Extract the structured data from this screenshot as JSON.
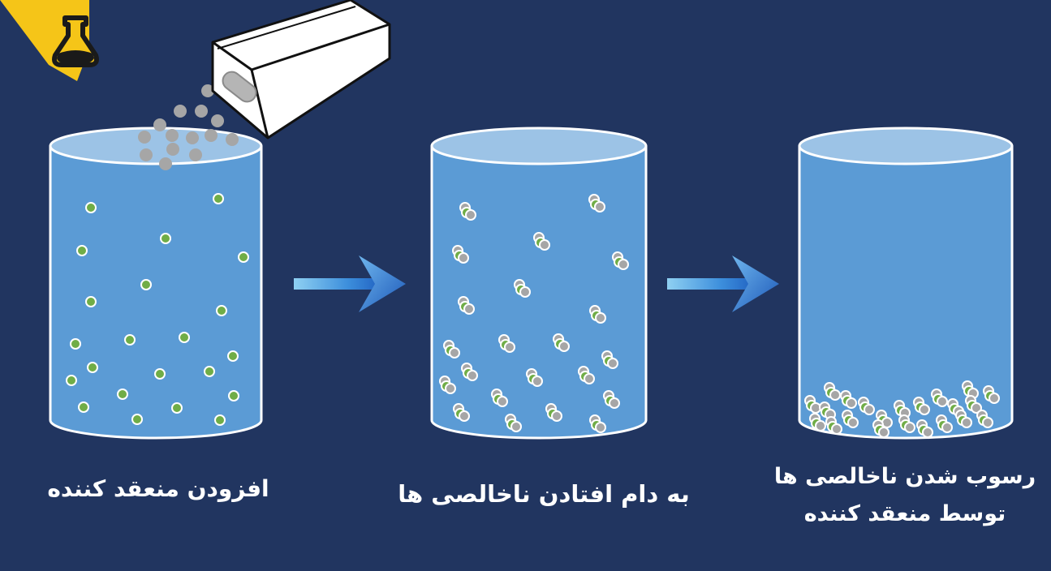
{
  "logo": {
    "icon": "flask-icon",
    "colors": {
      "badge": "#f5c518",
      "mark": "#1a1a1a"
    }
  },
  "steps": [
    {
      "label": "افزودن منعقد کننده"
    },
    {
      "label": "به دام افتادن ناخالصی ها"
    },
    {
      "label_line1": "رسوب شدن ناخالصی ها",
      "label_line2": "توسط منعقد کننده"
    }
  ],
  "colors": {
    "background": "#213560",
    "water": "#5b9bd5",
    "water_top": "#9cc3e6",
    "impurity": "#70ad47",
    "coagulant": "#a6a6a6",
    "arrow": "#4a90d9",
    "text": "#ffffff"
  }
}
